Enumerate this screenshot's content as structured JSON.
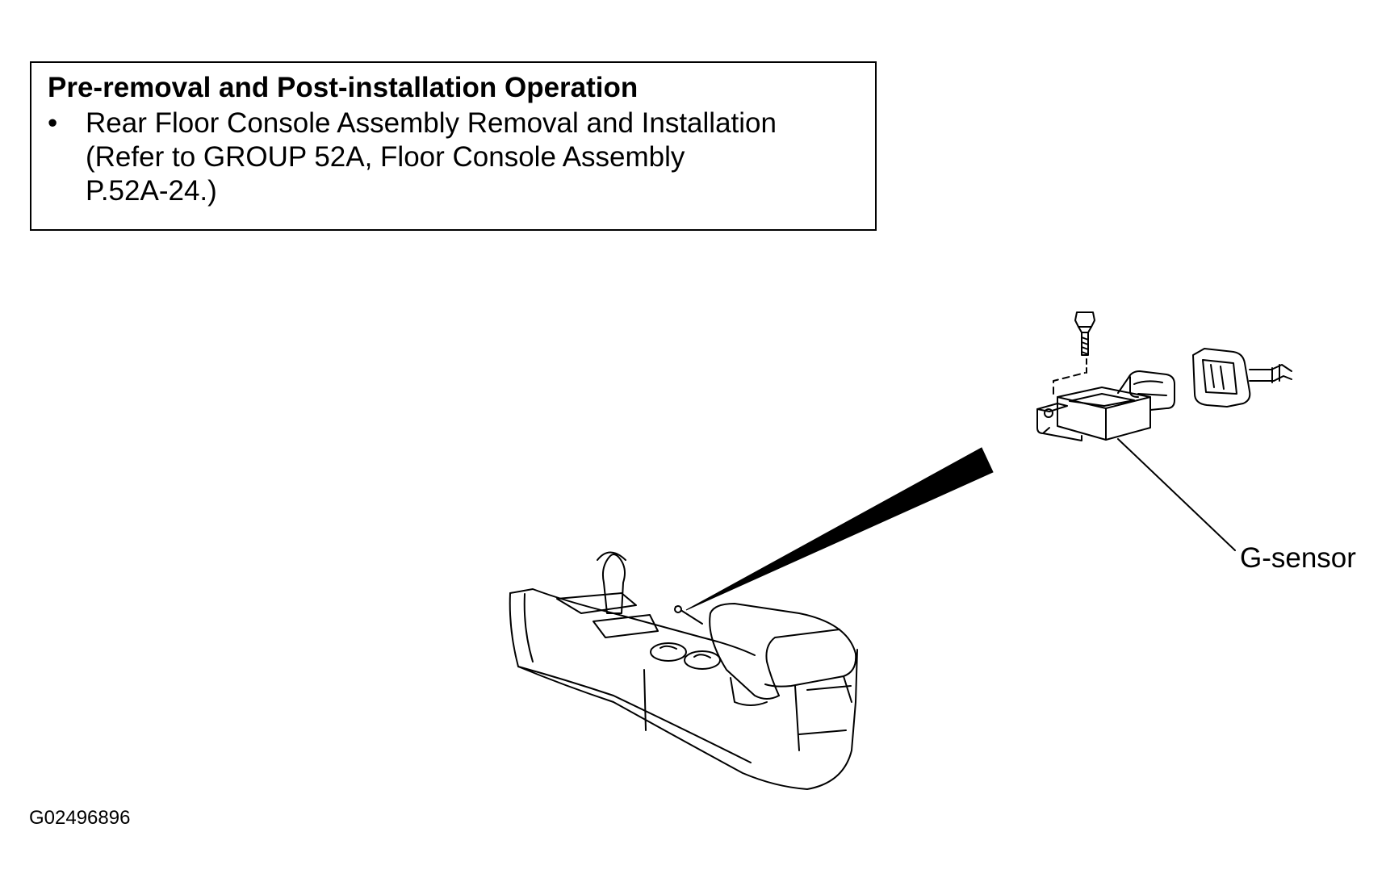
{
  "note": {
    "title": "Pre-removal and Post-installation Operation",
    "bullet": "•",
    "items": [
      {
        "lines": [
          "Rear Floor Console Assembly Removal and Installation",
          "(Refer to GROUP 52A, Floor Console Assembly",
          "P.52A-24.)"
        ]
      }
    ]
  },
  "labels": {
    "g_sensor": "G-sensor"
  },
  "figure_code": "G02496896",
  "colors": {
    "line": "#000000",
    "background": "#ffffff"
  }
}
